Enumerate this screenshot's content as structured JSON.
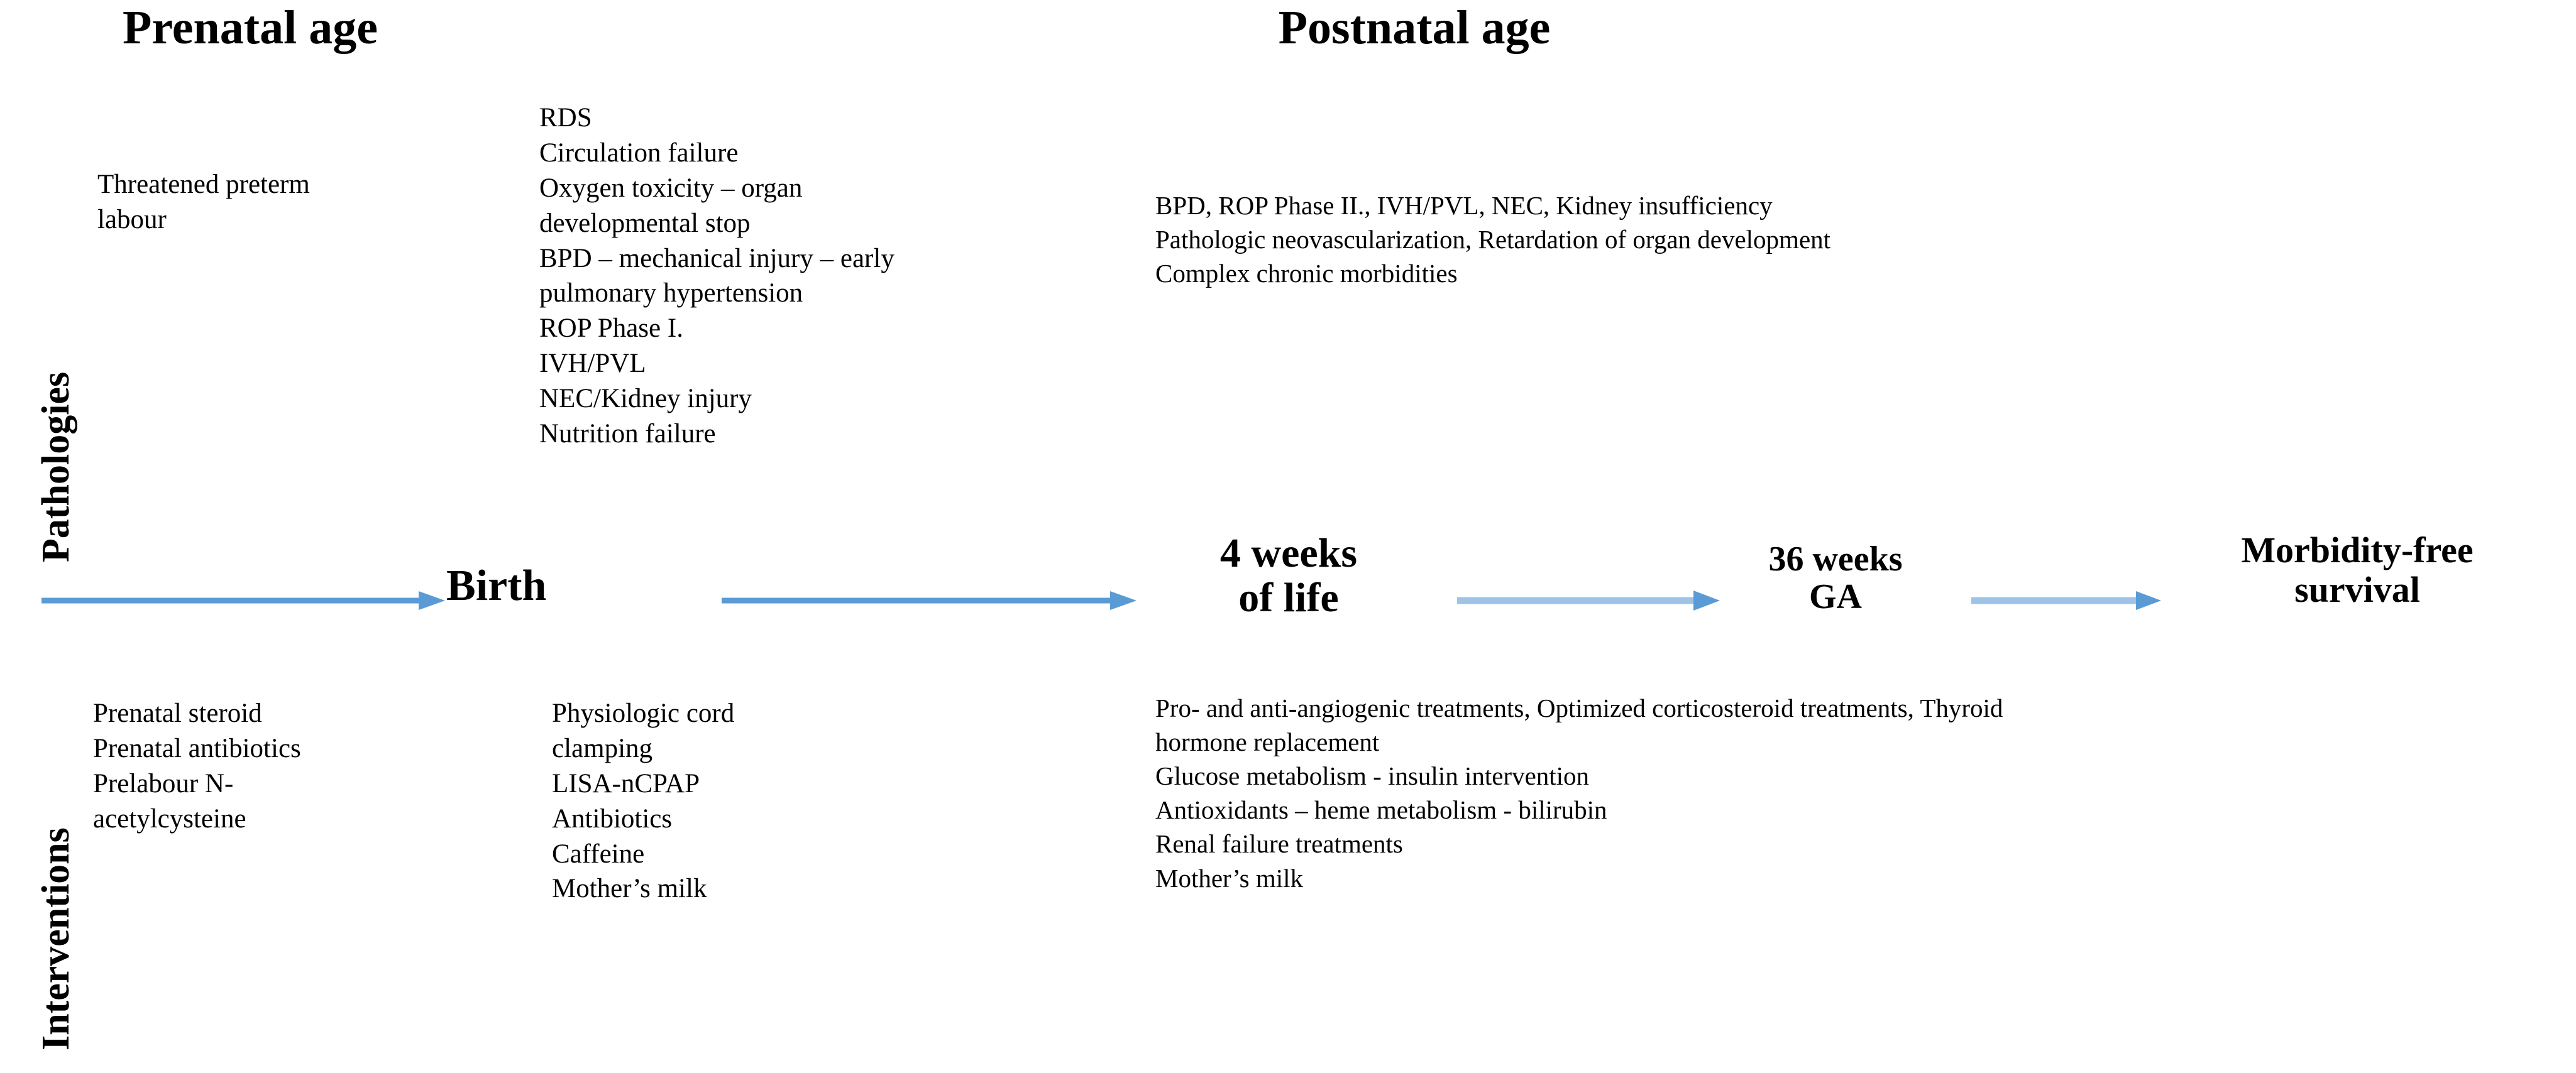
{
  "headers": {
    "prenatal": "Prenatal age",
    "postnatal": "Postnatal age"
  },
  "row_labels": {
    "pathologies": "Pathologies",
    "interventions": "Interventions"
  },
  "pathologies": {
    "prenatal_left": "Threatened preterm\nlabour",
    "prenatal_mid": "RDS\nCirculation  failure\nOxygen toxicity – organ\ndevelopmental stop\nBPD – mechanical injury – early\npulmonary hypertension\nROP Phase I.\nIVH/PVL\nNEC/Kidney injury\nNutrition failure",
    "postnatal": "BPD, ROP Phase II., IVH/PVL, NEC, Kidney insufficiency\nPathologic neovascularization, Retardation of organ development\nComplex chronic morbidities"
  },
  "interventions": {
    "prenatal_left": "Prenatal steroid\nPrenatal antibiotics\nPrelabour N-\nacetylcysteine",
    "prenatal_mid": "Physiologic cord\nclamping\nLISA-nCPAP\nAntibiotics\nCaffeine\nMother’s milk",
    "postnatal": "Pro- and anti-angiogenic  treatments, Optimized corticosteroid  treatments, Thyroid\nhormone replacement\nGlucose metabolism - insulin intervention\nAntioxidants – heme metabolism - bilirubin\nRenal failure  treatments\nMother’s milk"
  },
  "timeline": {
    "milestones": [
      {
        "label": "Birth"
      },
      {
        "label": "4 weeks\nof life"
      },
      {
        "label": "36 weeks\nGA"
      },
      {
        "label": "Morbidity-free\nsurvival"
      }
    ],
    "arrow_color": "#5B9BD5",
    "arrow_count": 4
  }
}
